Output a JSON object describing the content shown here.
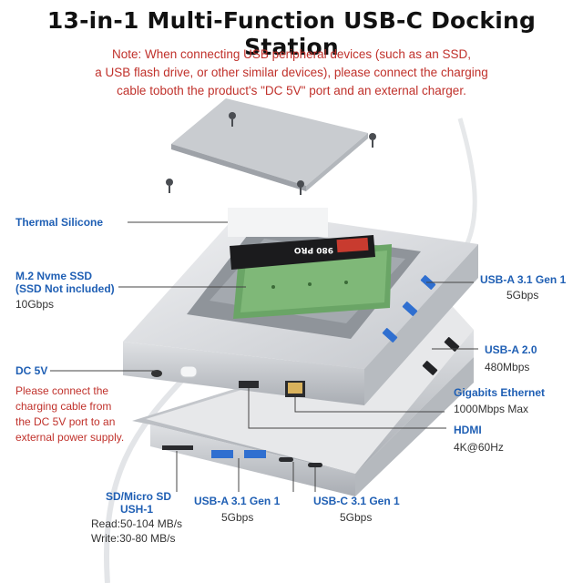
{
  "title": "13-in-1 Multi-Function USB-C Docking Station",
  "note_lines": [
    "Note: When connecting USB peripheral devices (such as an SSD,",
    "a USB flash drive, or other similar devices), please connect the charging",
    "cable toboth the product's \"DC 5V\" port and an external charger."
  ],
  "labels": {
    "thermal_silicone": "Thermal Silicone",
    "m2_ssd": "M.2 Nvme SSD",
    "m2_ssd_sub": "(SSD Not included)",
    "m2_speed": "10Gbps",
    "dc5v": "DC 5V",
    "dc5v_note": [
      "Please connect the",
      "charging cable from",
      "the DC 5V port to an",
      "external power supply."
    ],
    "sd": "SD/Micro SD",
    "sd_sub": "USH-1",
    "sd_read": "Read:50-104 MB/s",
    "sd_write": "Write:30-80 MB/s",
    "usba_bottom": "USB-A 3.1 Gen 1",
    "usba_bottom_speed": "5Gbps",
    "usbc_bottom": "USB-C 3.1 Gen 1",
    "usbc_bottom_speed": "5Gbps",
    "usba_right": "USB-A 3.1 Gen 1",
    "usba_right_speed": "5Gbps",
    "usba2": "USB-A 2.0",
    "usba2_speed": "480Mbps",
    "ethernet": "Gigabits Ethernet",
    "ethernet_speed": "1000Mbps Max",
    "hdmi": "HDMI",
    "hdmi_speed": "4K@60Hz",
    "ssd_brand": "980 PRO"
  },
  "colors": {
    "label_blue": "#1f5fb4",
    "note_red": "#c0312b",
    "port_blue": "#2f6fd0",
    "pcb_green": "#5fa35a"
  }
}
